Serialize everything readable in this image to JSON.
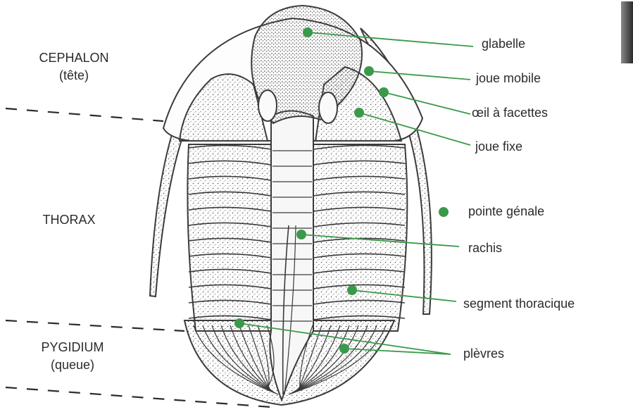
{
  "regions": {
    "cephalon": {
      "name": "CEPHALON",
      "sub": "(tête)"
    },
    "thorax": {
      "name": "THORAX"
    },
    "pygidium": {
      "name": "PYGIDIUM",
      "sub": "(queue)"
    }
  },
  "parts": [
    {
      "id": "glabelle",
      "label": "glabelle"
    },
    {
      "id": "joue-mobile",
      "label": "joue mobile"
    },
    {
      "id": "oeil",
      "label": "œil à facettes"
    },
    {
      "id": "joue-fixe",
      "label": "joue fixe"
    },
    {
      "id": "pointe-genale",
      "label": "pointe génale"
    },
    {
      "id": "rachis",
      "label": "rachis"
    },
    {
      "id": "segment",
      "label": "segment thoracique"
    },
    {
      "id": "plevres",
      "label": "plèvres"
    }
  ],
  "colors": {
    "marker": "#3a9a4a",
    "outline": "#3b3b3b",
    "text": "#2b2b2b"
  }
}
